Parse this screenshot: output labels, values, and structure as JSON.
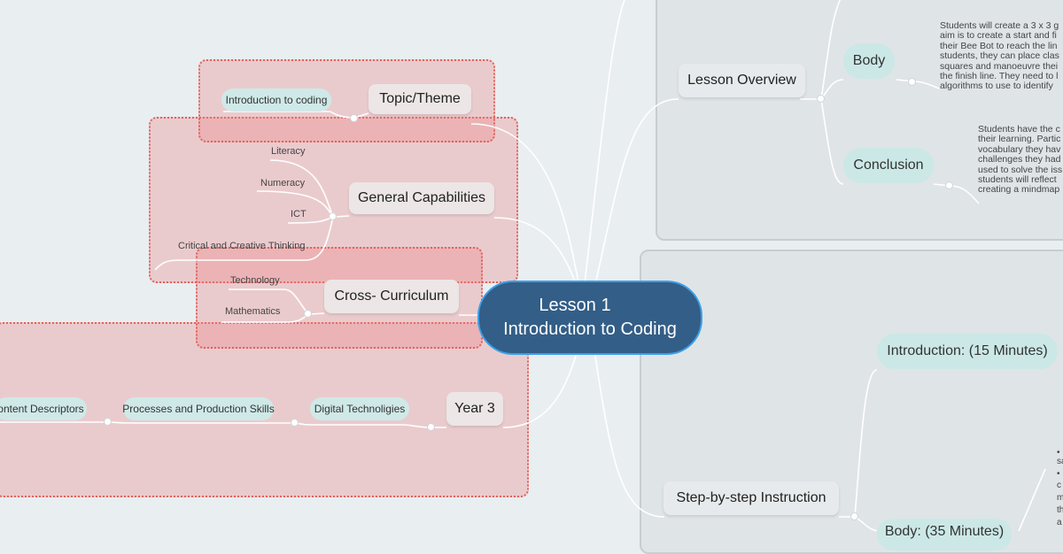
{
  "root": {
    "line1": "Lesson 1",
    "line2": "Introduction to Coding"
  },
  "topic_theme": {
    "label": "Topic/Theme",
    "child": "Introduction to coding"
  },
  "general_capabilities": {
    "label": "General Capabilities",
    "items": [
      "Literacy",
      "Numeracy",
      "ICT",
      "Critical and Creative Thinking"
    ]
  },
  "cross_curriculum": {
    "label": "Cross- Curriculum",
    "items": [
      "Technology",
      "Mathematics"
    ]
  },
  "year3": {
    "label": "Year 3",
    "chain": [
      "Digital Technoligies",
      "Processes and Production Skills",
      "ontent Descriptors"
    ]
  },
  "lesson_overview": {
    "label": "Lesson Overview",
    "body": {
      "label": "Body",
      "text": "Students will create a 3 x 3 g\naim is to create a start and fi\ntheir Bee Bot to reach the lin\nstudents, they can place clas\nsquares and manoeuvre thei\nthe finish line. They need to l\nalgorithms to use to identify"
    },
    "conclusion": {
      "label": "Conclusion",
      "text": "Students have the c\ntheir learning. Partic\nvocabulary they hav\nchallenges they had\nused to solve the iss\nstudents will reflect\ncreating a mindmap"
    }
  },
  "step_by_step": {
    "label": "Step-by-step Instruction",
    "introduction": "Introduction: (15 Minutes)",
    "body_partial": "Body: (35 Minutes)",
    "fragments": [
      "•",
      "sa",
      "•",
      "c",
      "m",
      "th",
      "a"
    ]
  },
  "colors": {
    "root_fill": "#335e87",
    "root_border": "#3aa0e8",
    "group_fill": "#ec8282",
    "group_border": "#e0625b",
    "pill_fill": "#cfe9e8",
    "panel_fill": "#dfe4e7"
  }
}
